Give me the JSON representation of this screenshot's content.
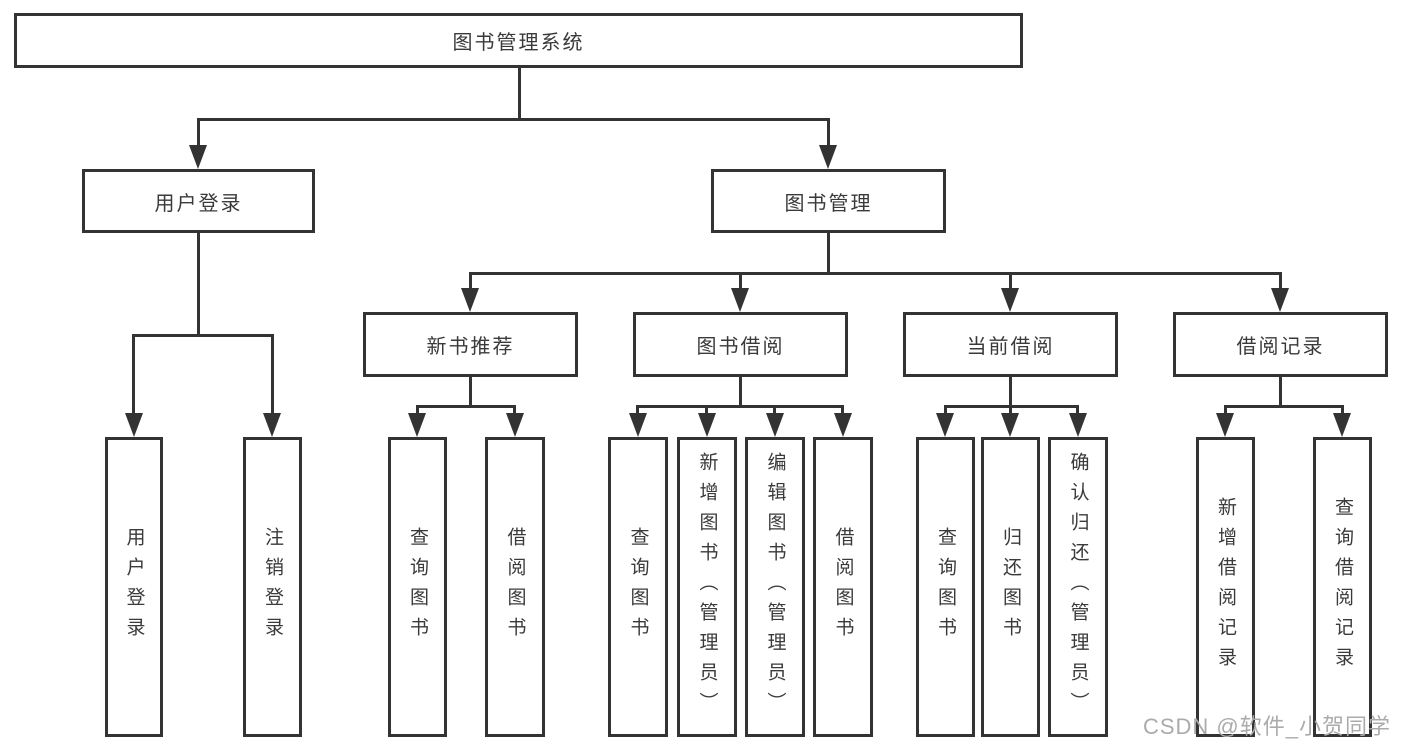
{
  "colors": {
    "line": "#333333",
    "text": "#3a3a3a",
    "box_background": "#ffffff",
    "page_background": "#ffffff",
    "watermark": "#ababab"
  },
  "tree": {
    "root": "图书管理系统",
    "children": [
      {
        "label": "用户登录",
        "leaves": [
          "用户登录",
          "注销登录"
        ]
      },
      {
        "label": "图书管理",
        "children": [
          {
            "label": "新书推荐",
            "leaves": [
              "查询图书",
              "借阅图书"
            ]
          },
          {
            "label": "图书借阅",
            "leaves": [
              "查询图书",
              "新增图书（管理员）",
              "编辑图书（管理员）",
              "借阅图书"
            ]
          },
          {
            "label": "当前借阅",
            "leaves": [
              "查询图书",
              "归还图书",
              "确认归还（管理员）"
            ]
          },
          {
            "label": "借阅记录",
            "leaves": [
              "新增借阅记录",
              "查询借阅记录"
            ]
          }
        ]
      }
    ]
  },
  "watermark": {
    "text": "CSDN @软件_小贺同学"
  }
}
